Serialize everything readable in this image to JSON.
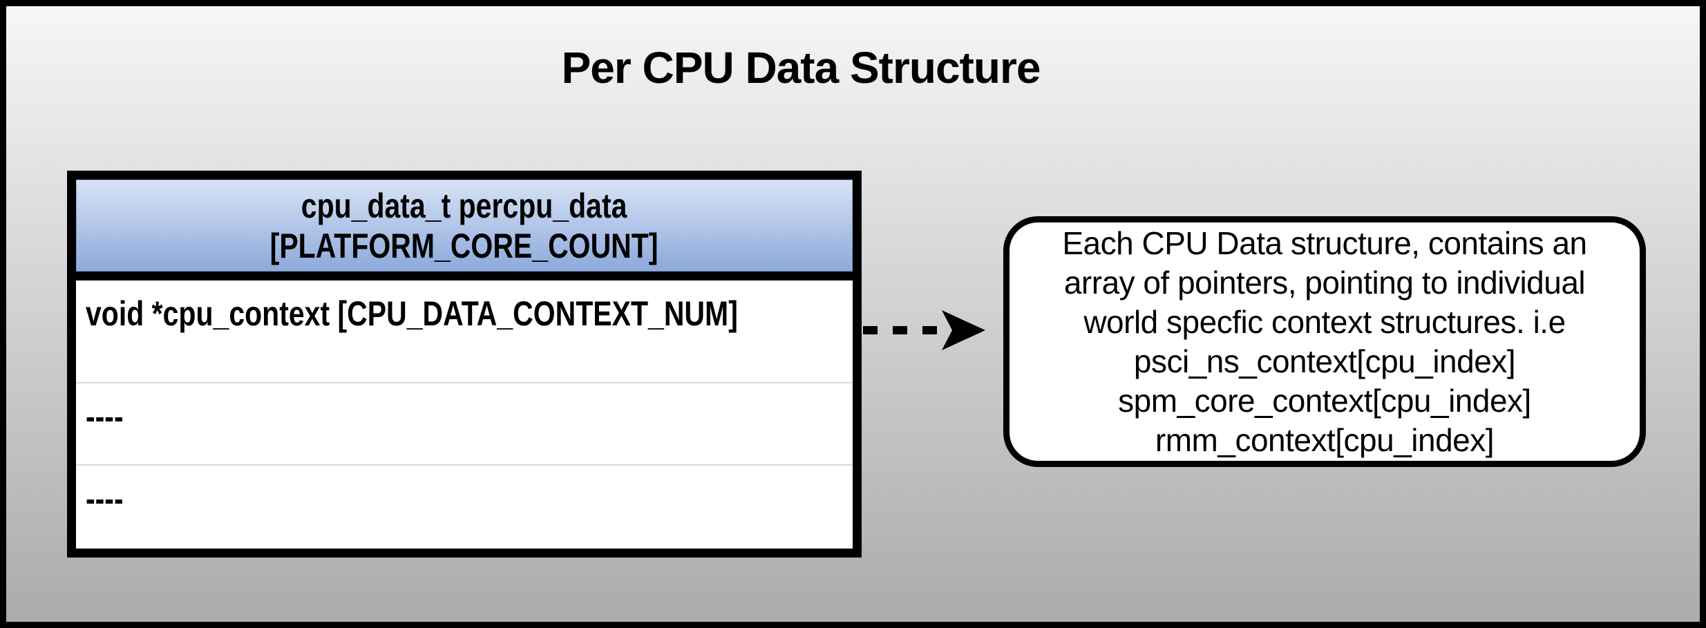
{
  "title": "Per CPU Data Structure",
  "struct_table": {
    "header": {
      "line1": "cpu_data_t percpu_data",
      "line2": "[PLATFORM_CORE_COUNT]"
    },
    "rows": [
      {
        "text": "void *cpu_context [CPU_DATA_CONTEXT_NUM]"
      },
      {
        "text": "----"
      },
      {
        "text": "----"
      }
    ]
  },
  "connector": {
    "style": "dashed-arrow",
    "direction": "right"
  },
  "callout": {
    "lines": [
      "Each CPU Data structure, contains an",
      "array of pointers, pointing to individual",
      "world specfic context structures. i.e",
      "psci_ns_context[cpu_index]",
      "spm_core_context[cpu_index]",
      "rmm_context[cpu_index]"
    ]
  },
  "colors": {
    "background_top": "#f6f6f6",
    "background_bottom": "#ababab",
    "header_gradient_top": "#d8e3f5",
    "header_gradient_bottom": "#8ca9db",
    "border": "#000000",
    "row_separator": "#d9d9d9",
    "table_body_bg": "#ffffff",
    "callout_bg": "#ffffff",
    "text": "#000000"
  }
}
